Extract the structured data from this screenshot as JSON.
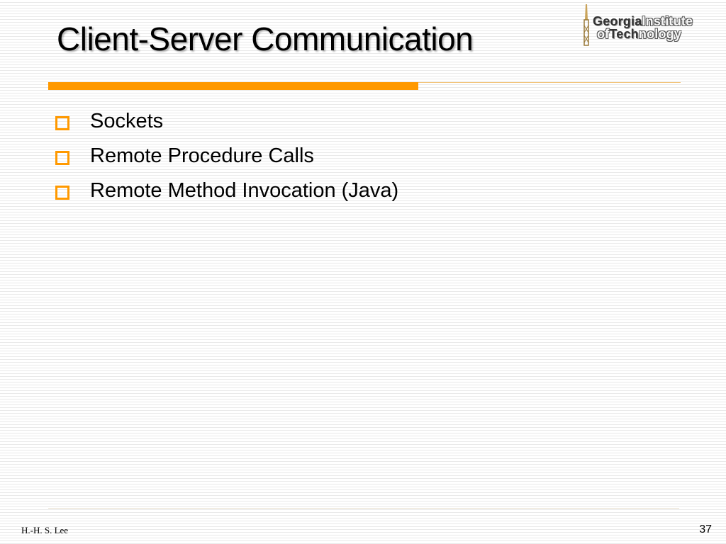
{
  "slide": {
    "title": "Client-Server Communication",
    "bullets": [
      "Sockets",
      "Remote Procedure Calls",
      "Remote Method Invocation (Java)"
    ]
  },
  "logo": {
    "line1_a": "Georgia",
    "line1_b": "Institute",
    "line2_a": "of",
    "line2_b": "Tech",
    "line2_c": "nology"
  },
  "footer": {
    "author": "H.-H. S. Lee",
    "page_number": "37"
  },
  "colors": {
    "accent": "#ff9900",
    "text": "#000000"
  },
  "icons": {
    "bullet": "hollow-square-icon",
    "logo_mark": "tower-icon"
  }
}
